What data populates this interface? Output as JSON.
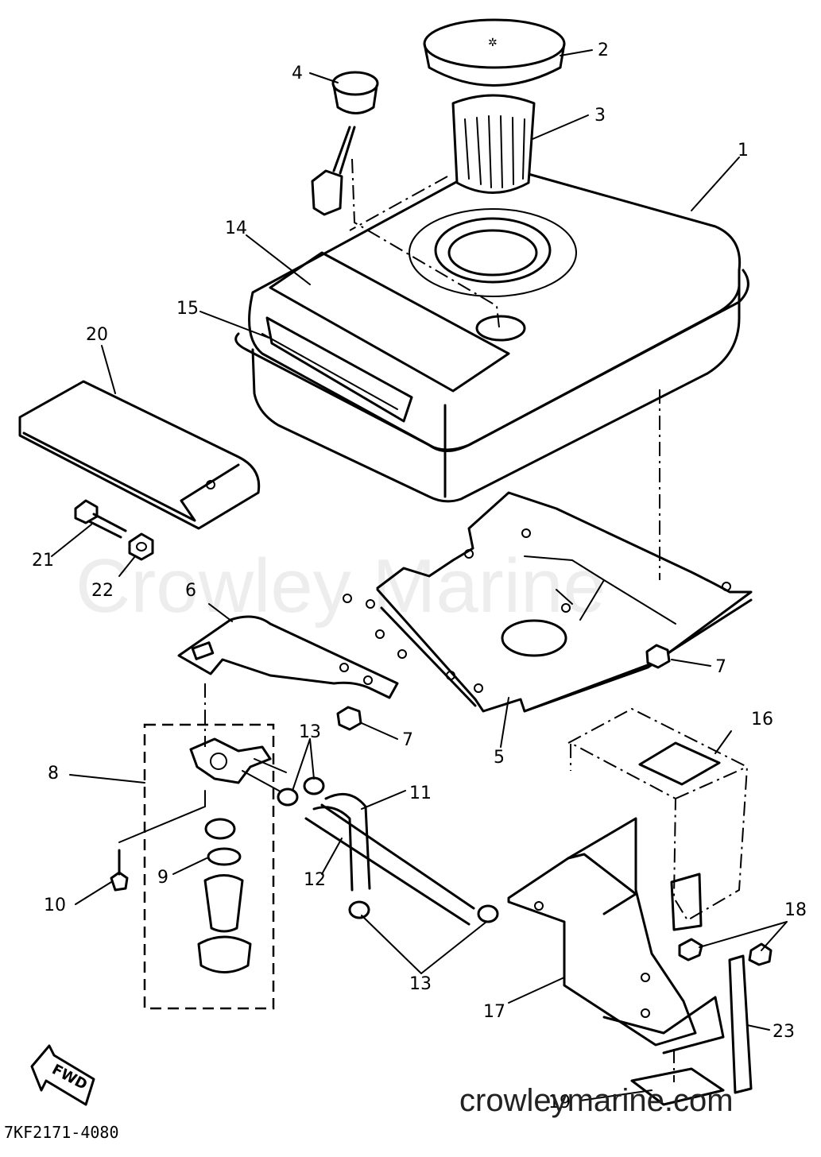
{
  "watermark": "Crowley Marine",
  "footer": {
    "url": "crowleymarine.com",
    "code": "7KF2171-4080"
  },
  "direction_arrow": "FWD",
  "callouts": {
    "c1": "1",
    "c2": "2",
    "c3": "3",
    "c4": "4",
    "c5": "5",
    "c6": "6",
    "c7a": "7",
    "c7b": "7",
    "c8": "8",
    "c9": "9",
    "c10": "10",
    "c11": "11",
    "c12": "12",
    "c13a": "13",
    "c13b": "13",
    "c14": "14",
    "c15": "15",
    "c16": "16",
    "c17": "17",
    "c18": "18",
    "c19": "19",
    "c20": "20",
    "c21": "21",
    "c22": "22",
    "c23": "23"
  }
}
